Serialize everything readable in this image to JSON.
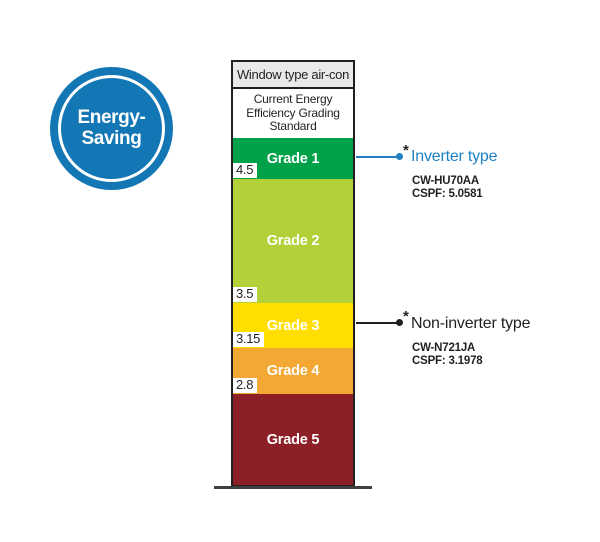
{
  "badge": {
    "line1": "Energy-",
    "line2": "Saving",
    "color": "#1377b6"
  },
  "chart": {
    "header": "Window type air-con",
    "header_bg": "#e9e9e9",
    "subheader": "Current Energy Efficiency Grading Standard",
    "grades": [
      {
        "label": "Grade 1",
        "color": "#00a249",
        "height": 41,
        "threshold": "4.5"
      },
      {
        "label": "Grade 2",
        "color": "#b3d038",
        "height": 124,
        "threshold": "3.5"
      },
      {
        "label": "Grade 3",
        "color": "#ffde00",
        "height": 45,
        "threshold": "3.15"
      },
      {
        "label": "Grade 4",
        "color": "#f2a833",
        "height": 46,
        "threshold": "2.8"
      },
      {
        "label": "Grade 5",
        "color": "#8d2027",
        "height": 91,
        "threshold": null
      }
    ]
  },
  "annotations": {
    "inverter": {
      "asterisk": "*",
      "title": "Inverter type",
      "model": "CW-HU70AA",
      "cspf": "CSPF: 5.0581",
      "color": "#1e80c3"
    },
    "noninverter": {
      "asterisk": "*",
      "title": "Non-inverter type",
      "model": "CW-N721JA",
      "cspf": "CSPF: 3.1978",
      "color": "#231f20"
    }
  }
}
